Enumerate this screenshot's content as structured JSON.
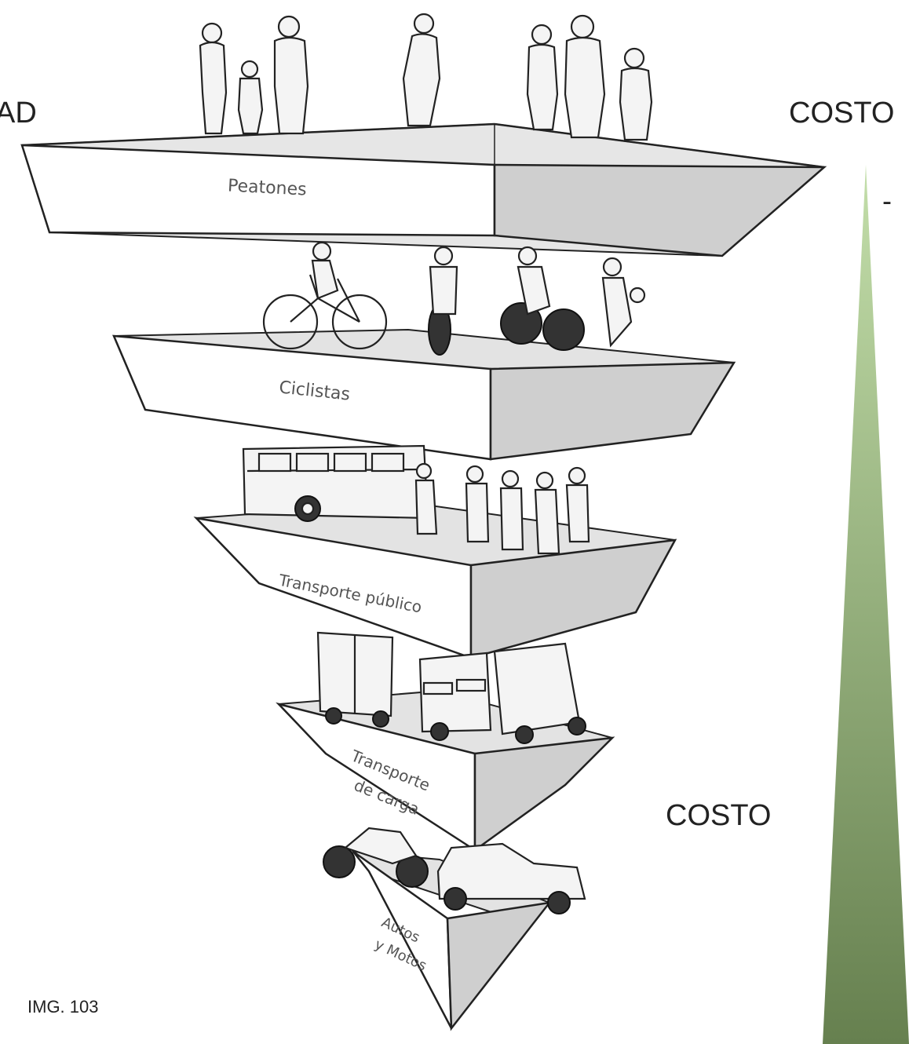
{
  "left_label": "AD",
  "top_right_label": "COSTO",
  "bottom_label": "COSTO",
  "minus_sign": "-",
  "caption": "IMG. 103",
  "tiers": [
    {
      "label": "Peatones",
      "icon": "pedestrians-icon"
    },
    {
      "label": "Ciclistas",
      "icon": "cyclists-icon"
    },
    {
      "label": "Transporte público",
      "icon": "bus-icon"
    },
    {
      "label_line1": "Transporte",
      "label_line2": "de carga",
      "icon": "truck-icon"
    },
    {
      "label_line1": "Autos",
      "label_line2": "y Motos",
      "icon": "car-motorcycle-icon"
    }
  ],
  "colors": {
    "wedge_top": "#c3deaa",
    "wedge_bottom": "#66804f",
    "pyramid_face": "#ffffff",
    "pyramid_side": "#cfcfcf"
  }
}
